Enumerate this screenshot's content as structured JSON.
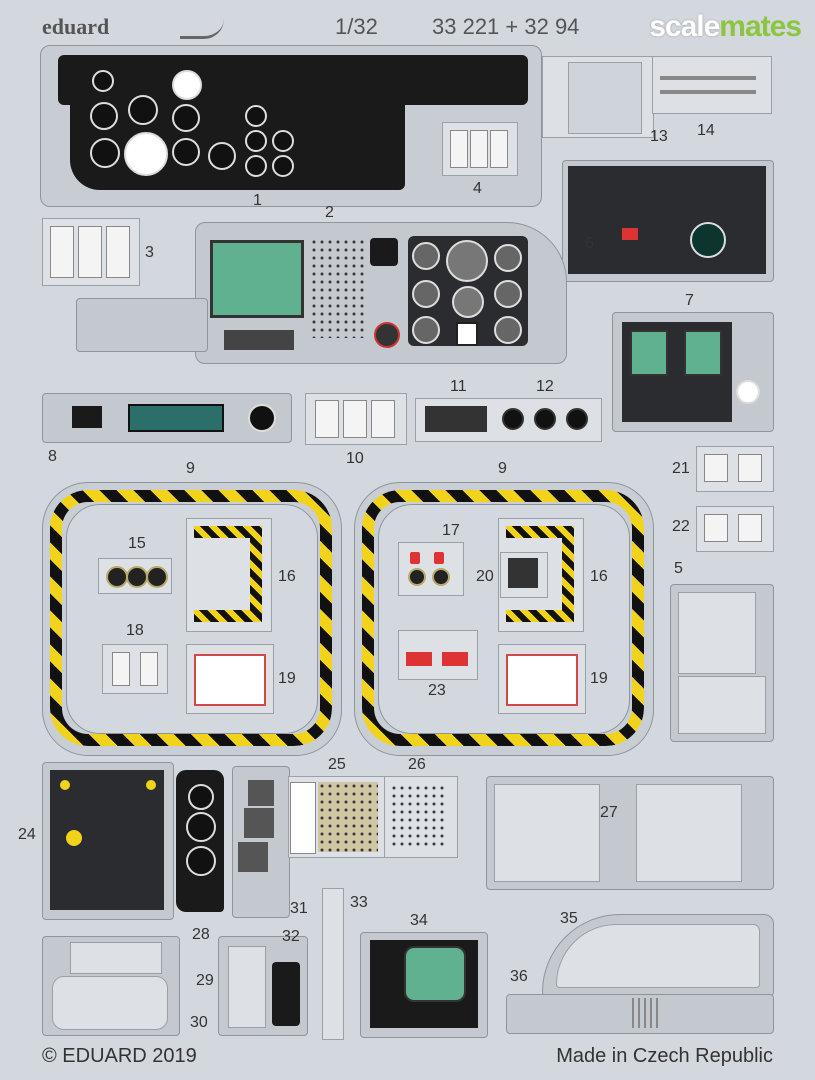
{
  "header": {
    "brand": "eduard",
    "scale": "1/32",
    "set_numbers": "33 221 + 32 94"
  },
  "watermark": {
    "part1": "scale",
    "part2": "mates",
    "color1": "#ffffff",
    "color2": "#8cc63f"
  },
  "part_numbers": {
    "p1": "1",
    "p2": "2",
    "p3": "3",
    "p4": "4",
    "p5": "5",
    "p6": "6",
    "p7": "7",
    "p8": "8",
    "p9a": "9",
    "p9b": "9",
    "p10": "10",
    "p11": "11",
    "p12": "12",
    "p13": "13",
    "p14": "14",
    "p15": "15",
    "p16a": "16",
    "p16b": "16",
    "p17": "17",
    "p18": "18",
    "p19a": "19",
    "p19b": "19",
    "p20": "20",
    "p21": "21",
    "p22": "22",
    "p23": "23",
    "p24": "24",
    "p25": "25",
    "p26": "26",
    "p27": "27",
    "p28": "28",
    "p29": "29",
    "p30": "30",
    "p31": "31",
    "p32": "32",
    "p33": "33",
    "p34": "34",
    "p35": "35",
    "p36": "36"
  },
  "footer": {
    "copyright": "© EDUARD 2019",
    "origin": "Made in Czech Republic"
  },
  "colors": {
    "sheet": "#d3d8df",
    "hazard_yellow": "#f2d31b",
    "hazard_black": "#111111",
    "screen_green": "#5fb18f",
    "panel_black": "#1a1a1a"
  }
}
